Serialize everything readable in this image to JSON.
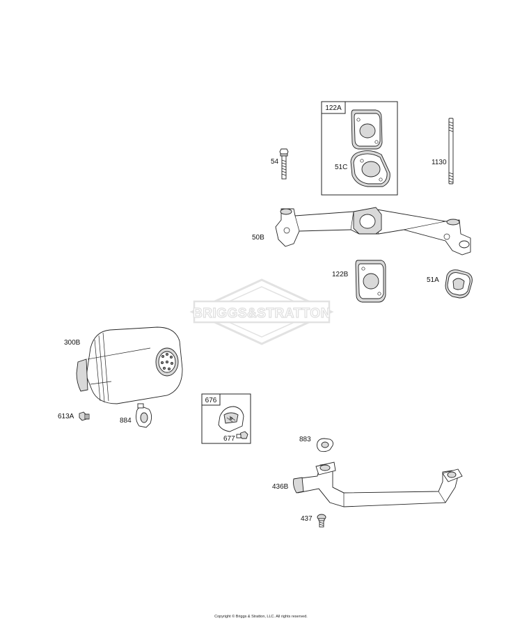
{
  "watermark": "BRIGGS&STRATTON",
  "labels": {
    "p122A": "122A",
    "p51C": "51C",
    "p54": "54",
    "p1130": "1130",
    "p50B": "50B",
    "p122B": "122B",
    "p51A": "51A",
    "p300B": "300B",
    "p613A": "613A",
    "p884": "884",
    "p676": "676",
    "p677": "677",
    "p883": "883",
    "p436B": "436B",
    "p437": "437"
  },
  "footer": {
    "copyright": "Copyright © Briggs & Stratton, LLC. All rights reserved."
  }
}
